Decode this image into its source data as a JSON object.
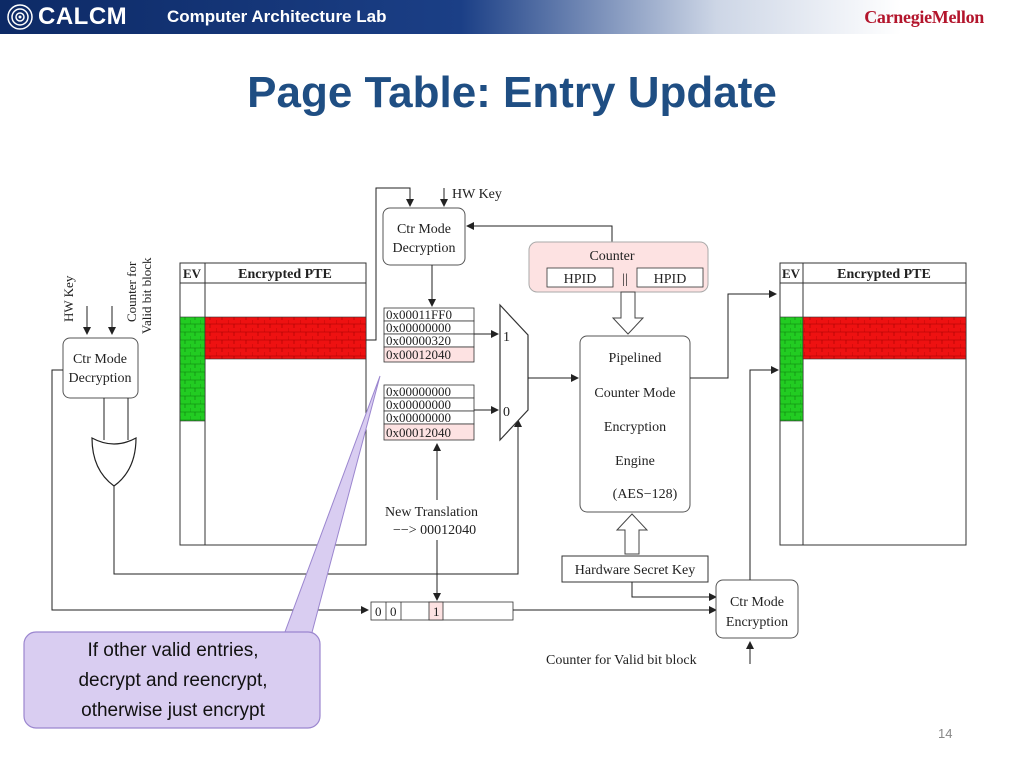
{
  "header": {
    "logo": "CALCM",
    "lab": "Computer Architecture Lab",
    "university": "CarnegieMellon"
  },
  "title": "Page Table: Entry Update",
  "labels": {
    "hw_key_top": "HW Key",
    "hw_key_left": "HW Key",
    "counter_valid_block_line1": "Counter for",
    "counter_valid_block_line2": "Valid bit block",
    "ctr_decrypt_top_line1": "Ctr Mode",
    "ctr_decrypt_top_line2": "Decryption",
    "ctr_decrypt_left_line1": "Ctr Mode",
    "ctr_decrypt_left_line2": "Decryption",
    "ctr_encrypt_line1": "Ctr Mode",
    "ctr_encrypt_line2": "Encryption",
    "counter_label": "Counter",
    "hpid_left": "HPID",
    "hpid_separator": "||",
    "hpid_right": "HPID",
    "engine_line1": "Pipelined",
    "engine_line2": "Counter Mode",
    "engine_line3": "Encryption",
    "engine_line4": "Engine",
    "engine_line5": "(AES−128)",
    "hardware_secret_key": "Hardware Secret Key",
    "new_translation_line1": "New Translation",
    "new_translation_line2": "−−> 00012040",
    "counter_valid_bottom": "Counter for Valid bit block",
    "mux_in_1": "1",
    "mux_in_0": "0",
    "ev_left": "EV",
    "pte_left": "Encrypted PTE",
    "ev_right": "EV",
    "pte_right": "Encrypted PTE",
    "valid_bits": [
      "0",
      "0",
      "1"
    ]
  },
  "entries_top": [
    "0x00011FF0",
    "0x00000000",
    "0x00000320",
    "0x00012040"
  ],
  "entries_bottom": [
    "0x00000000",
    "0x00000000",
    "0x00000000",
    "0x00012040"
  ],
  "callout": {
    "line1": "If other valid entries,",
    "line2": "decrypt and reencrypt,",
    "line3": "otherwise just encrypt"
  },
  "page_number": "14",
  "colors": {
    "accent_title": "#1f4e83",
    "encrypted_red": "#ee1111",
    "valid_green": "#22cc22",
    "counter_pink": "#fde2e2",
    "callout_purple": "#d9cdf1"
  }
}
